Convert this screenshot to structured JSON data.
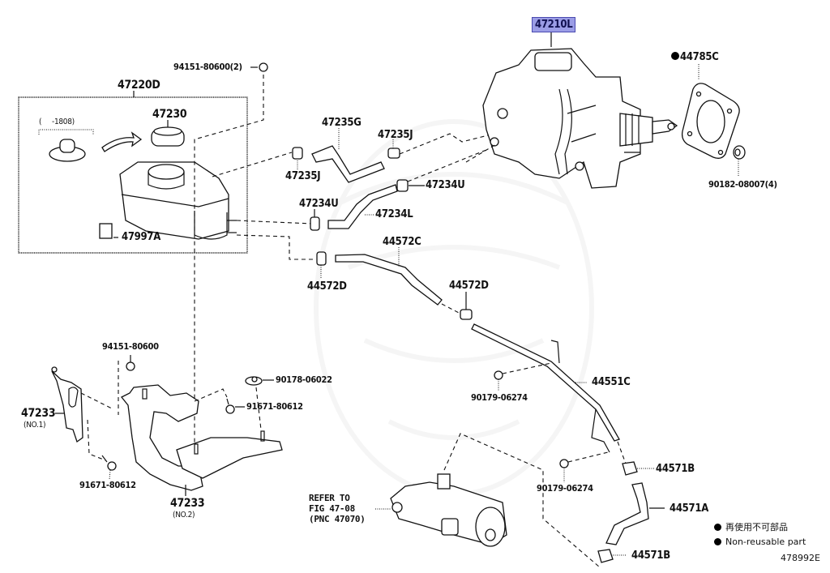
{
  "diagram": {
    "figure_id": "478992E",
    "highlighted_part": "47210L",
    "highlight_color": "#9b9de6",
    "labels": {
      "p47210L": "47210L",
      "p44785C": "44785C",
      "p90182": "90182-08007(4)",
      "p94151_2": "94151-80600(2)",
      "p47220D": "47220D",
      "p47230": "47230",
      "p1808": "(     -1808)",
      "p47997A": "47997A",
      "p47235G": "47235G",
      "p47235J_a": "47235J",
      "p47235J_b": "47235J",
      "p47234U_a": "47234U",
      "p47234U_b": "47234U",
      "p47234L": "47234L",
      "p44572C": "44572C",
      "p44572D_a": "44572D",
      "p44572D_b": "44572D",
      "p94151": "94151-80600",
      "p90178": "90178-06022",
      "p91671_a": "91671-80612",
      "p91671_b": "91671-80612",
      "p47233_1": "47233",
      "p47233_1_sub": "(NO.1)",
      "p47233_2": "47233",
      "p47233_2_sub": "(NO.2)",
      "p90179_a": "90179-06274",
      "p90179_b": "90179-06274",
      "p44551C": "44551C",
      "p44571B_a": "44571B",
      "p44571B_b": "44571B",
      "p44571A": "44571A",
      "refer_line1": "REFER TO",
      "refer_line2": "FIG 47-08",
      "refer_line3": "(PNC 47070)"
    },
    "legend": {
      "jp": "再使用不可部品",
      "en": "Non-reusable part"
    }
  }
}
